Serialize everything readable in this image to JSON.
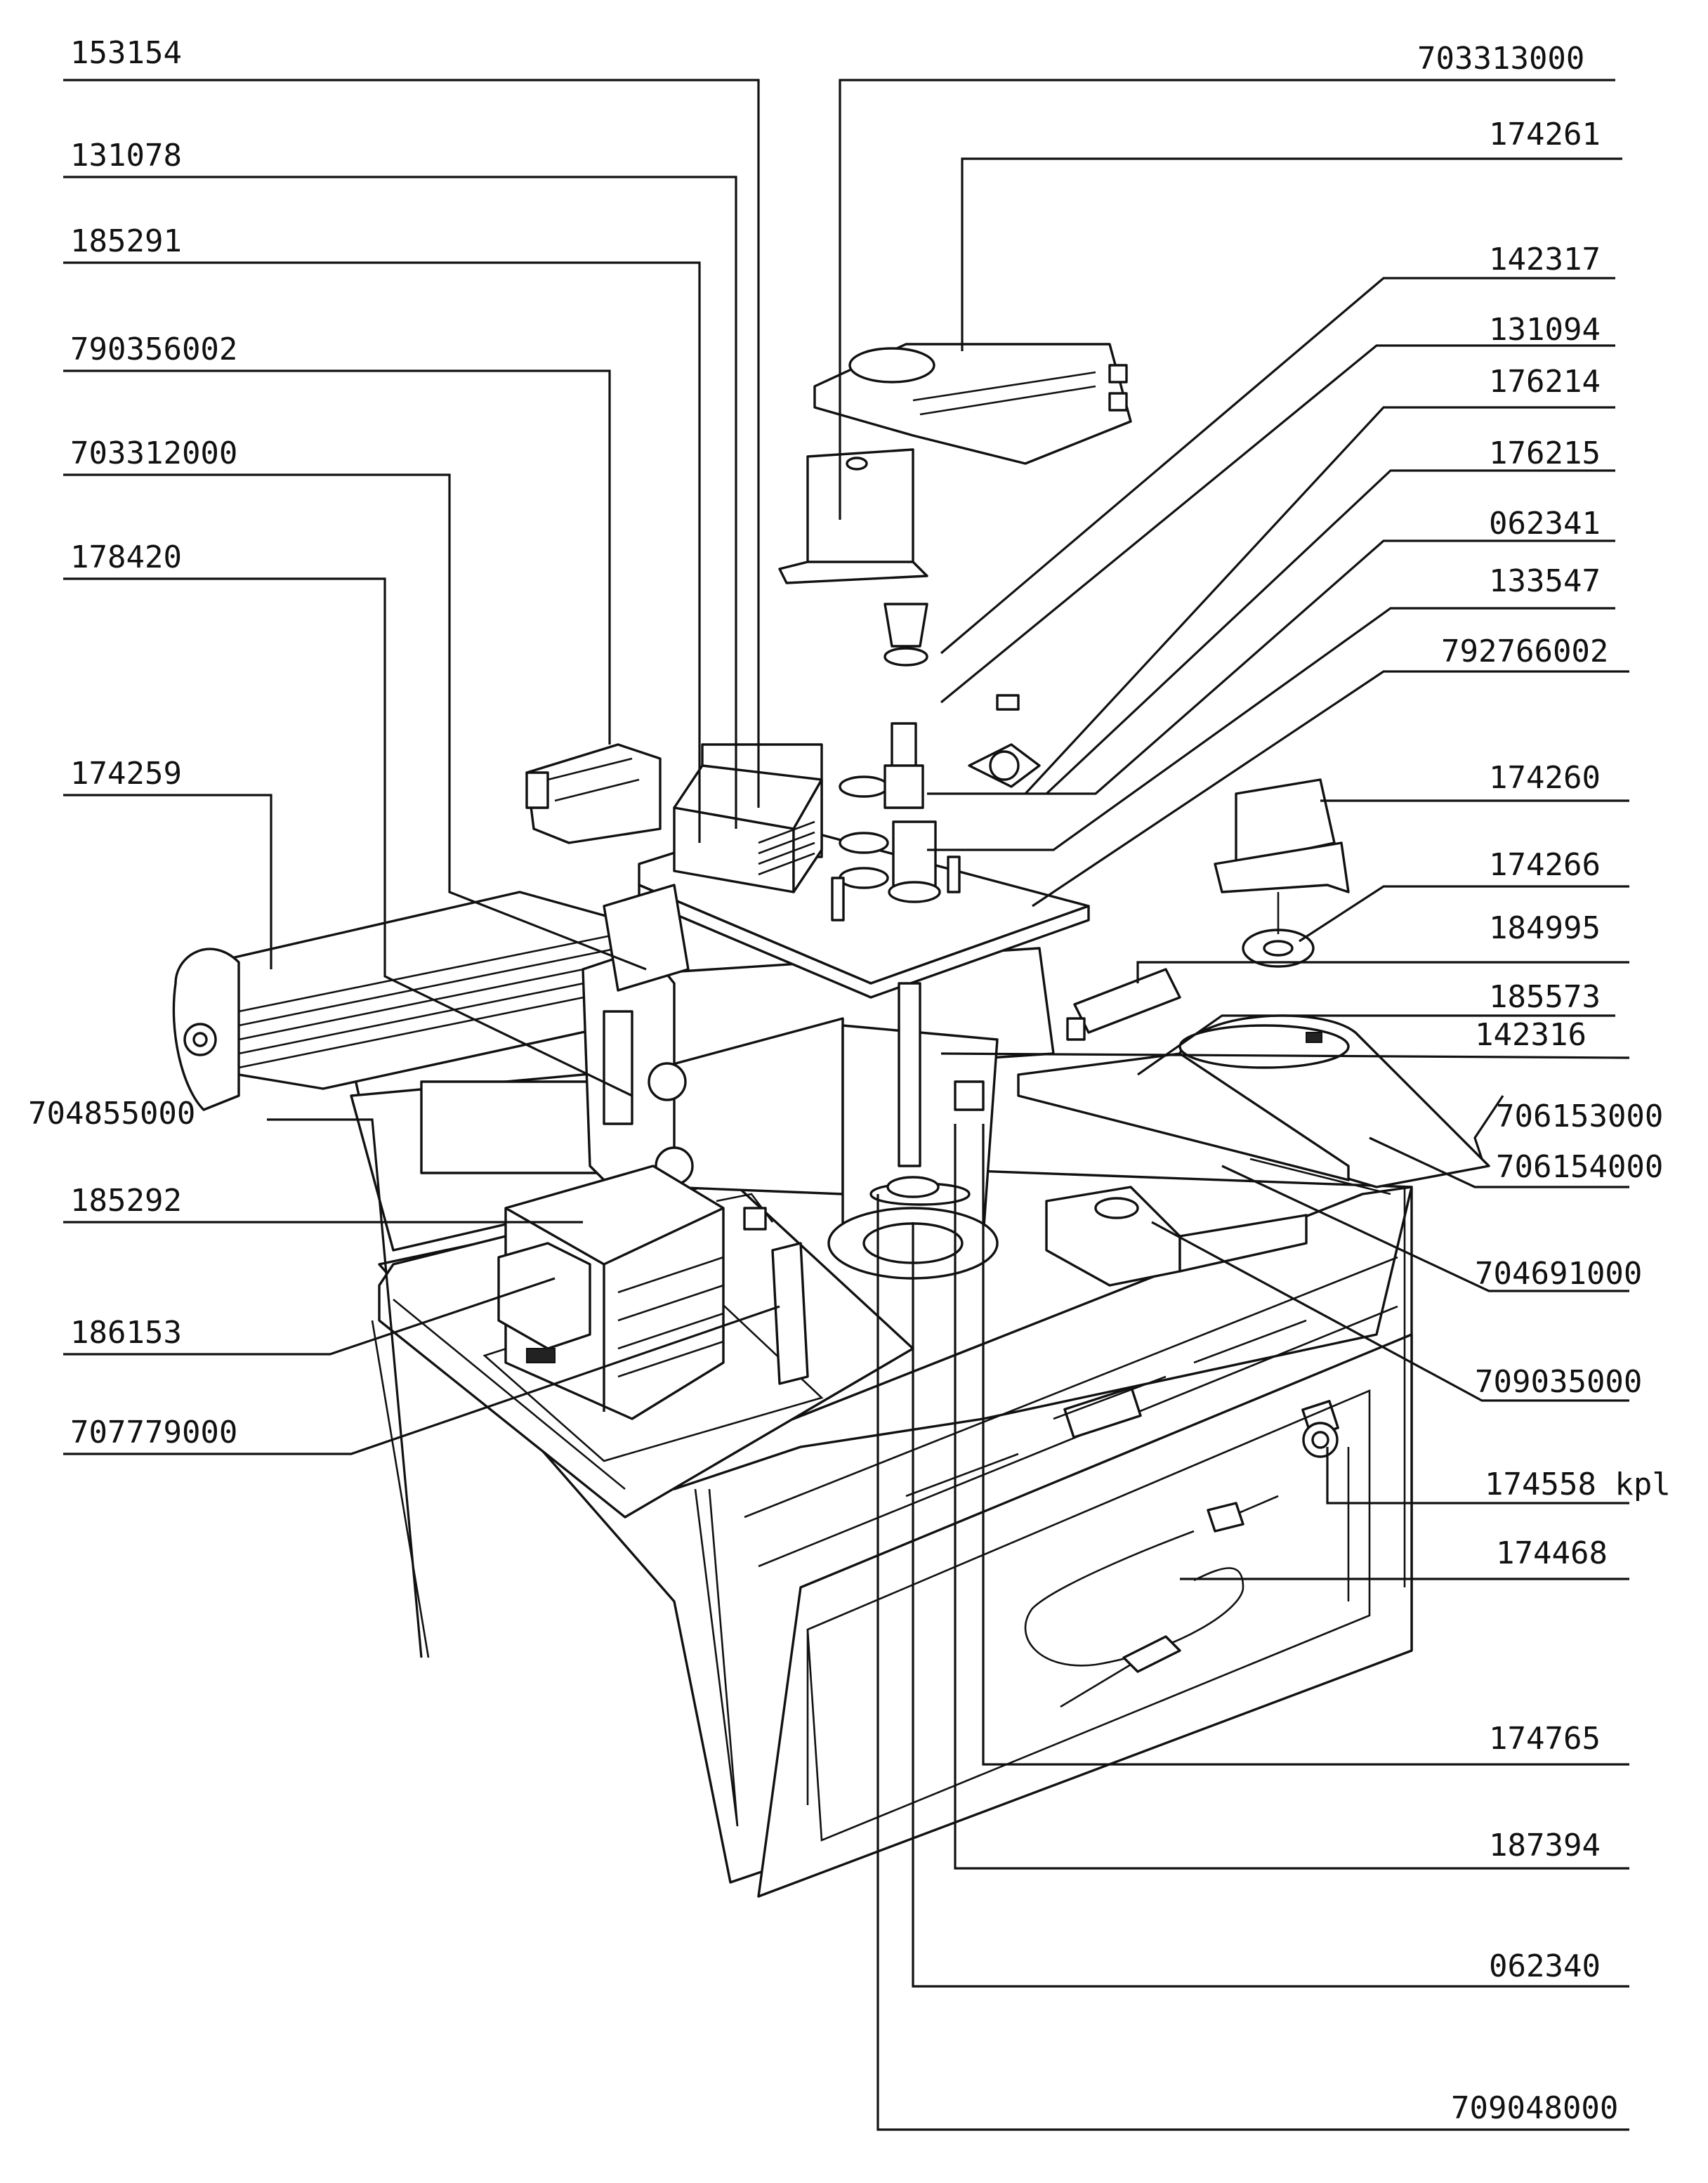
{
  "header": {
    "title": ""
  },
  "labels": {
    "l153154": "153154",
    "l131078": "131078",
    "l185291": "185291",
    "l790356002": "790356002",
    "l703312000": "703312000",
    "l178420": "178420",
    "l174259": "174259",
    "l704855000": "704855000",
    "l185292": "185292",
    "l186153": "186153",
    "l707779000": "707779000",
    "l703313000": "703313000",
    "l174261": "174261",
    "l142317": "142317",
    "l131094": "131094",
    "l176214": "176214",
    "l176215": "176215",
    "l062341": "062341",
    "l133547": "133547",
    "l792766002": "792766002",
    "l174260": "174260",
    "l174266": "174266",
    "l184995": "184995",
    "l185573": "185573",
    "l142316": "142316",
    "l706153000": "706153000",
    "l706154000": "706154000",
    "l704691000": "704691000",
    "l709035000": "709035000",
    "l174558": "174558 kpl",
    "l174468": "174468",
    "l174765": "174765",
    "l187394": "187394",
    "l062340": "062340",
    "l709048000": "709048000"
  }
}
